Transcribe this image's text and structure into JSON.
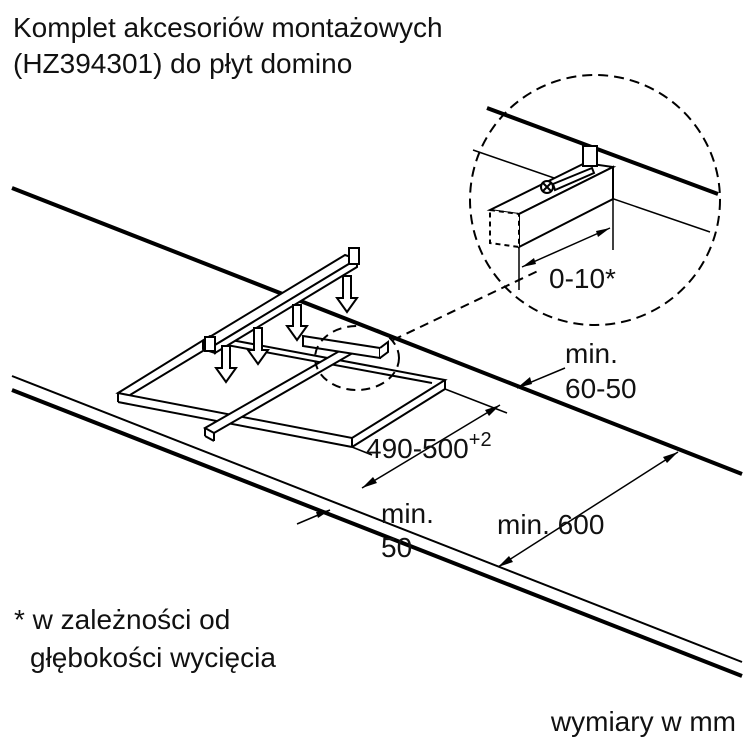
{
  "title": {
    "line1": "Komplet akcesoriów montażowych",
    "line2": "(HZ394301) do płyt domino"
  },
  "dimensions": {
    "gap": "0-10*",
    "worktop_thickness_line1": "min.",
    "worktop_thickness_line2": "60-50",
    "cutout_width_base": "490-500",
    "cutout_width_sup": "+2",
    "front_edge_line1": "min.",
    "front_edge_line2": "50",
    "worktop_depth": "min. 600"
  },
  "footnote": {
    "line1": "* w zależności od",
    "line2": "głębokości wycięcia"
  },
  "units_note": "wymiary w mm"
}
